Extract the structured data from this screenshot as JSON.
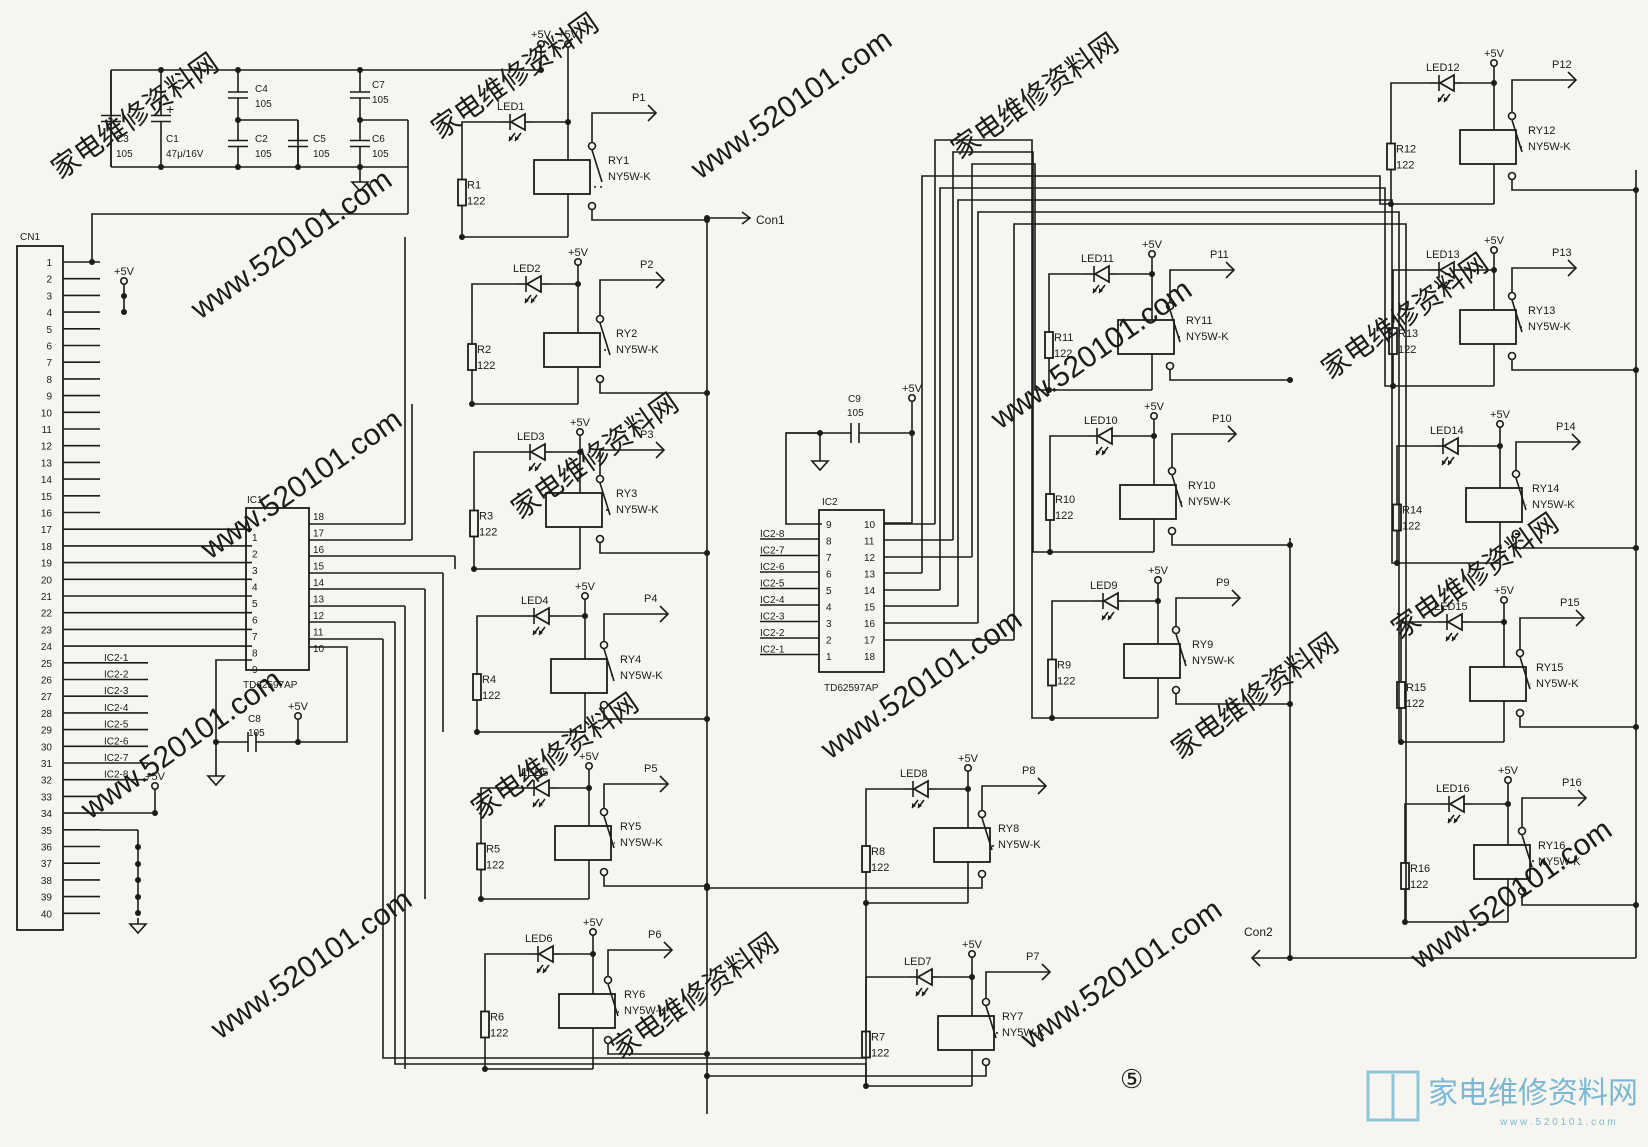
{
  "vcc": "+5V",
  "connector": {
    "name": "CN1",
    "pins": [
      "1",
      "2",
      "3",
      "4",
      "5",
      "6",
      "7",
      "8",
      "9",
      "10",
      "11",
      "12",
      "13",
      "14",
      "15",
      "16",
      "17",
      "18",
      "19",
      "20",
      "21",
      "22",
      "23",
      "24",
      "25",
      "26",
      "27",
      "28",
      "29",
      "30",
      "31",
      "32",
      "33",
      "34",
      "35",
      "36",
      "37",
      "38",
      "39",
      "40"
    ],
    "ic2_labels": [
      "IC2-1",
      "IC2-2",
      "IC2-3",
      "IC2-4",
      "IC2-5",
      "IC2-6",
      "IC2-7",
      "IC2-8"
    ]
  },
  "decoupling": [
    {
      "ref": "C3",
      "value": "105"
    },
    {
      "ref": "C1",
      "value": "47μ/16V"
    },
    {
      "ref": "C4",
      "value": "105"
    },
    {
      "ref": "C2",
      "value": "105"
    },
    {
      "ref": "C5",
      "value": "105"
    },
    {
      "ref": "C7",
      "value": "105"
    },
    {
      "ref": "C6",
      "value": "105"
    }
  ],
  "ic1": {
    "ref": "IC1",
    "part": "TD62597AP",
    "left_pins": [
      "1",
      "2",
      "3",
      "4",
      "5",
      "6",
      "7",
      "8",
      "9"
    ],
    "right_pins": [
      "18",
      "17",
      "16",
      "15",
      "14",
      "13",
      "12",
      "11",
      "10"
    ]
  },
  "ic2": {
    "ref": "IC2",
    "part": "TD62597AP",
    "left_pins": [
      "9",
      "8",
      "7",
      "6",
      "5",
      "4",
      "3",
      "2",
      "1"
    ],
    "right_pins": [
      "10",
      "11",
      "12",
      "13",
      "14",
      "15",
      "16",
      "17",
      "18"
    ],
    "inputs": [
      "IC2-8",
      "IC2-7",
      "IC2-6",
      "IC2-5",
      "IC2-4",
      "IC2-3",
      "IC2-2",
      "IC2-1"
    ]
  },
  "c8": {
    "ref": "C8",
    "value": "105"
  },
  "c9": {
    "ref": "C9",
    "value": "105"
  },
  "resistor_value": "122",
  "relay_model": "NY5W-K",
  "channels": [
    {
      "led": "LED1",
      "res": "R1",
      "relay": "RY1",
      "out": "P1"
    },
    {
      "led": "LED2",
      "res": "R2",
      "relay": "RY2",
      "out": "P2"
    },
    {
      "led": "LED3",
      "res": "R3",
      "relay": "RY3",
      "out": "P3"
    },
    {
      "led": "LED4",
      "res": "R4",
      "relay": "RY4",
      "out": "P4"
    },
    {
      "led": "LED5",
      "res": "R5",
      "relay": "RY5",
      "out": "P5"
    },
    {
      "led": "LED6",
      "res": "R6",
      "relay": "RY6",
      "out": "P6"
    },
    {
      "led": "LED7",
      "res": "R7",
      "relay": "RY7",
      "out": "P7"
    },
    {
      "led": "LED8",
      "res": "R8",
      "relay": "RY8",
      "out": "P8"
    },
    {
      "led": "LED9",
      "res": "R9",
      "relay": "RY9",
      "out": "P9"
    },
    {
      "led": "LED10",
      "res": "R10",
      "relay": "RY10",
      "out": "P10"
    },
    {
      "led": "LED11",
      "res": "R11",
      "relay": "RY11",
      "out": "P11"
    },
    {
      "led": "LED12",
      "res": "R12",
      "relay": "RY12",
      "out": "P12"
    },
    {
      "led": "LED13",
      "res": "R13",
      "relay": "RY13",
      "out": "P13"
    },
    {
      "led": "LED14",
      "res": "R14",
      "relay": "RY14",
      "out": "P14"
    },
    {
      "led": "LED15",
      "res": "R15",
      "relay": "RY15",
      "out": "P15"
    },
    {
      "led": "LED16",
      "res": "R16",
      "relay": "RY16",
      "out": "P16"
    }
  ],
  "commons": [
    "Con1",
    "Con2"
  ],
  "figure_no": "⑤",
  "watermark": {
    "cn": "家电维修资料网",
    "url": "www.520101.com",
    "logo_cn": "家电维修资料网",
    "logo_url": "w w w . 5 2 0 1 0 1 . c o m"
  }
}
